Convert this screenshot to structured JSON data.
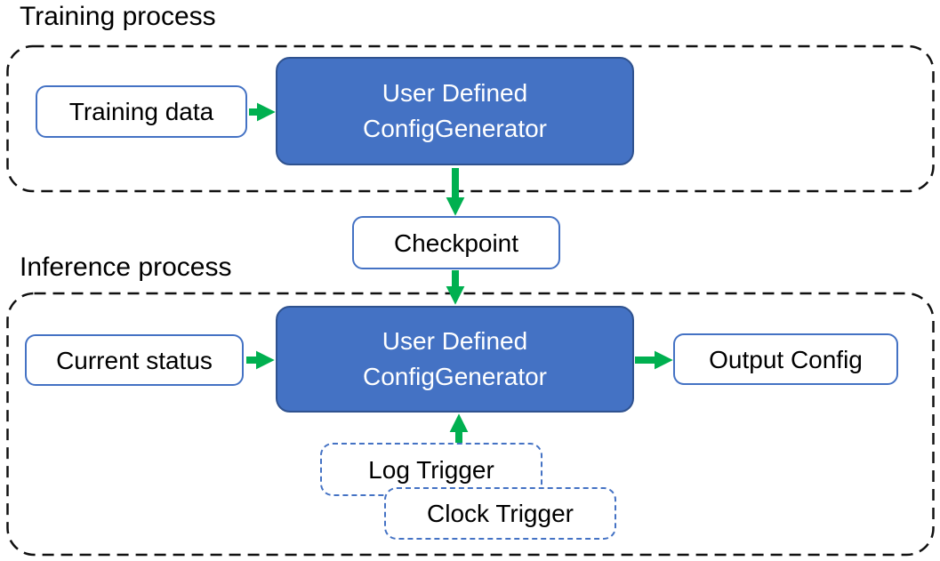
{
  "colors": {
    "accent_blue": "#4472C4",
    "dark_blue": "#2F528F",
    "arrow_green": "#00B050",
    "dash_black": "#111111",
    "text_black": "#000000"
  },
  "training": {
    "label": "Training process",
    "input_box": "Training data",
    "generator_line1": "User Defined",
    "generator_line2": "ConfigGenerator"
  },
  "checkpoint": {
    "label": "Checkpoint"
  },
  "inference": {
    "label": "Inference process",
    "input_box": "Current status",
    "generator_line1": "User Defined",
    "generator_line2": "ConfigGenerator",
    "output_box": "Output Config",
    "log_trigger": "Log Trigger",
    "clock_trigger": "Clock Trigger"
  }
}
